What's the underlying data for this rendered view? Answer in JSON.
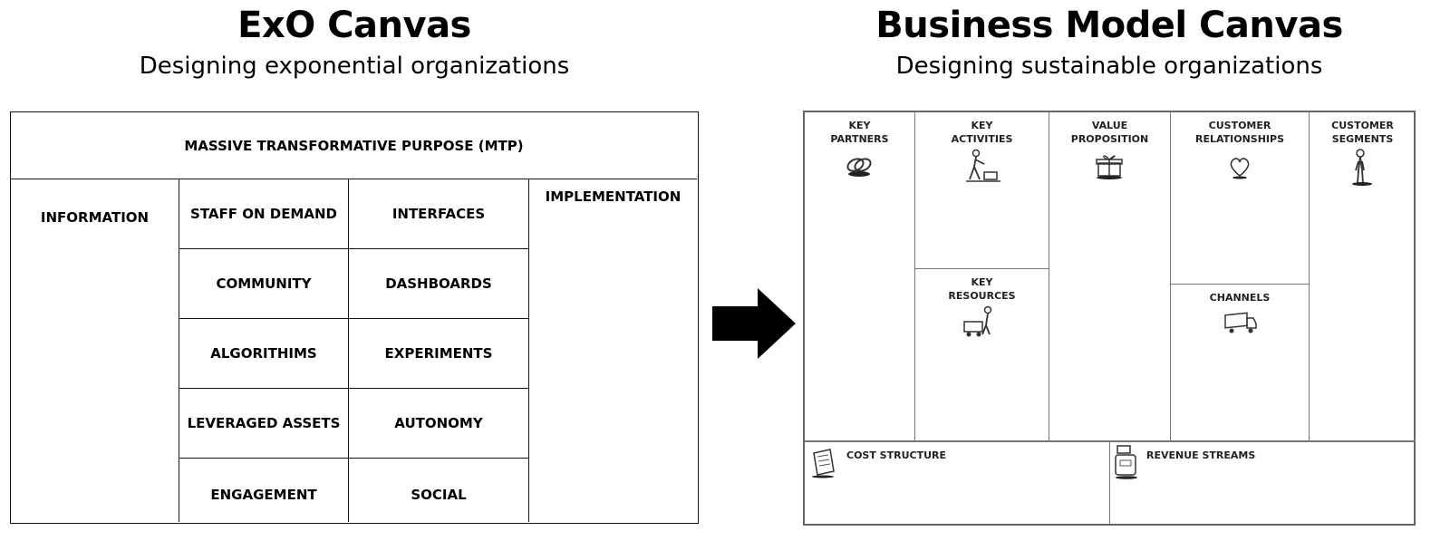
{
  "exo": {
    "title": "ExO Canvas",
    "subtitle": "Designing exponential organizations",
    "mtp": "MASSIVE TRANSFORMATIVE PURPOSE (MTP)",
    "information": "INFORMATION",
    "implementation": "IMPLEMENTATION",
    "scale": [
      "STAFF ON DEMAND",
      "COMMUNITY",
      "ALGORITHIMS",
      "LEVERAGED ASSETS",
      "ENGAGEMENT"
    ],
    "idea": [
      "INTERFACES",
      "DASHBOARDS",
      "EXPERIMENTS",
      "AUTONOMY",
      "SOCIAL"
    ]
  },
  "bmc": {
    "title": "Business Model Canvas",
    "subtitle": "Designing sustainable organizations",
    "key_partners": [
      "KEY",
      "PARTNERS"
    ],
    "key_activities": [
      "KEY",
      "ACTIVITIES"
    ],
    "key_resources": [
      "KEY",
      "RESOURCES"
    ],
    "value_proposition": [
      "VALUE",
      "PROPOSITION"
    ],
    "customer_relationships": [
      "CUSTOMER",
      "RELATIONSHIPS"
    ],
    "channels": [
      "CHANNELS"
    ],
    "customer_segments": [
      "CUSTOMER",
      "SEGMENTS"
    ],
    "cost_structure": "COST STRUCTURE",
    "revenue_streams": "REVENUE STREAMS",
    "icons": {
      "key_partners": "chain-link-icon",
      "key_activities": "worker-icon",
      "key_resources": "cart-worker-icon",
      "value_proposition": "gift-box-icon",
      "customer_relationships": "heart-icon",
      "channels": "delivery-truck-icon",
      "customer_segments": "person-icon",
      "cost_structure": "price-tag-icon",
      "revenue_streams": "money-bag-icon"
    }
  }
}
